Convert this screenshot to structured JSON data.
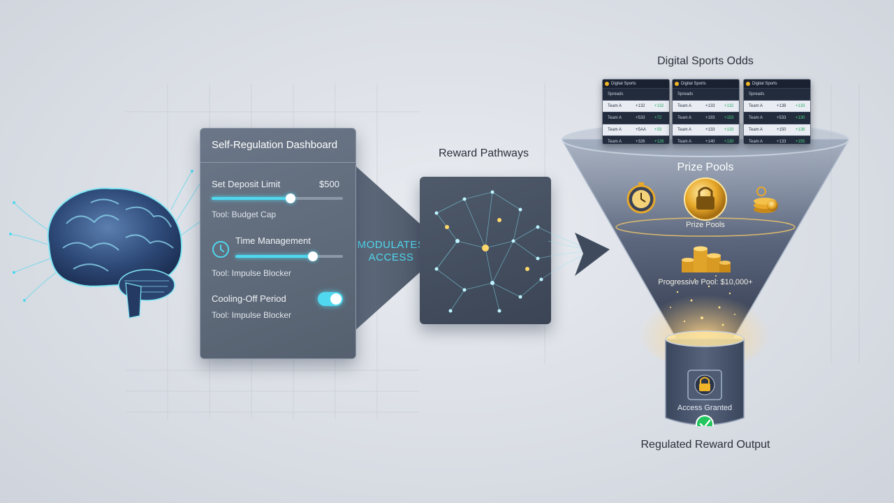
{
  "dashboard": {
    "title": "Self-Regulation Dashboard",
    "deposit_label": "Set Deposit Limit",
    "deposit_value": "$500",
    "deposit_level": 0.6,
    "deposit_tool": "Tool: Budget Cap",
    "time_label": "Time Management",
    "time_level": 0.72,
    "time_tool": "Tool: Impulse Blocker",
    "cooling_label": "Cooling-Off Period",
    "cooling_on": true,
    "cooling_tool": "Tool: Impulse Blocker"
  },
  "arrow_label_line1": "MODULATES",
  "arrow_label_line2": "ACCESS",
  "reward_pathways_title": "Reward Pathways",
  "odds_title": "Digital Sports Odds",
  "odds_cards": [
    {
      "header": "Digital Sports",
      "col_header": "Spreads",
      "rows": [
        {
          "team": "Team A",
          "o1": "+132",
          "o2": "+132"
        },
        {
          "team": "Team A",
          "o1": "+533",
          "o2": "+72"
        },
        {
          "team": "Team A",
          "o1": "+5AA",
          "o2": "+33"
        },
        {
          "team": "Team A",
          "o1": "+326",
          "o2": "+126"
        }
      ]
    },
    {
      "header": "Digital Sports",
      "col_header": "Spreads",
      "rows": [
        {
          "team": "Team A",
          "o1": "+133",
          "o2": "+132"
        },
        {
          "team": "Team A",
          "o1": "+193",
          "o2": "+153"
        },
        {
          "team": "Team A",
          "o1": "+133",
          "o2": "+133"
        },
        {
          "team": "Team A",
          "o1": "+140",
          "o2": "+130"
        }
      ]
    },
    {
      "header": "Digital Sports",
      "col_header": "Spreads",
      "rows": [
        {
          "team": "Team A",
          "o1": "+138",
          "o2": "+133"
        },
        {
          "team": "Team A",
          "o1": "+533",
          "o2": "+130"
        },
        {
          "team": "Team A",
          "o1": "+150",
          "o2": "+138"
        },
        {
          "team": "Team A",
          "o1": "+133",
          "o2": "+155"
        }
      ]
    }
  ],
  "funnel": {
    "title": "Prize Pools",
    "lock_label": "Prize Pools",
    "progressive_label": "Progressive Pool: $10,000+",
    "access_label": "Access Granted"
  },
  "output_label": "Regulated Reward Output",
  "colors": {
    "accent_cyan": "#4fd8ef",
    "gold": "#f0b429",
    "success_green": "#22c55e"
  }
}
